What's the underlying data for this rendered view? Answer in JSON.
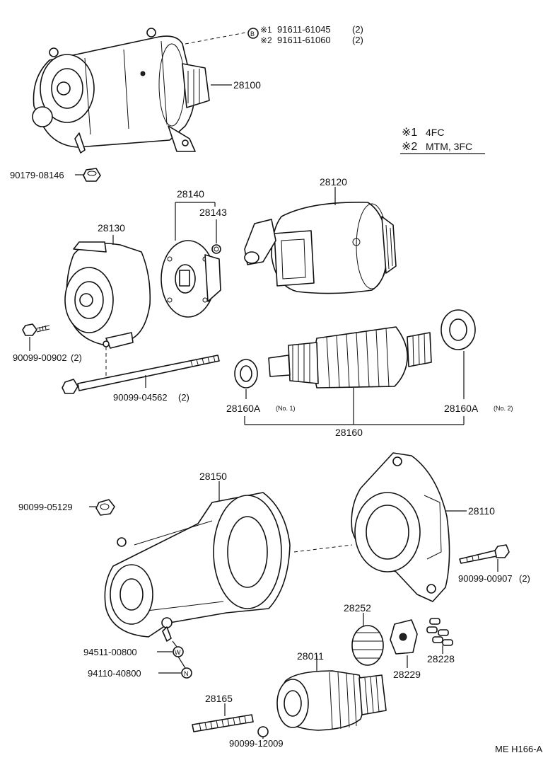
{
  "parts": {
    "p28100": "28100",
    "p28140": "28140",
    "p28143": "28143",
    "p28120": "28120",
    "p28130": "28130",
    "p90179": "90179-08146",
    "p90099_00902": "90099-00902",
    "p90099_00902_qty": "(2)",
    "p90099_04562": "90099-04562",
    "p90099_04562_qty": "(2)",
    "p28160A_1": "28160A",
    "p28160A_1_note": "(No. 1)",
    "p28160A_2": "28160A",
    "p28160A_2_note": "(No. 2)",
    "p28160": "28160",
    "p28150": "28150",
    "p28110": "28110",
    "p90099_05129": "90099-05129",
    "p90099_00907": "90099-00907",
    "p90099_00907_qty": "(2)",
    "p94511": "94511-00800",
    "p94110": "94110-40800",
    "p28252": "28252",
    "p28011": "28011",
    "p28229": "28229",
    "p28228": "28228",
    "p28165": "28165",
    "p90099_12009": "90099-12009"
  },
  "bolt_variants": {
    "marker": "B",
    "v1_ref": "※1",
    "v1_part": "91611-61045",
    "v1_qty": "(2)",
    "v2_ref": "※2",
    "v2_part": "91611-61060",
    "v2_qty": "(2)"
  },
  "notes": {
    "n1_ref": "※1",
    "n1_text": "4FC",
    "n2_ref": "※2",
    "n2_text": "MTM, 3FC"
  },
  "washer_markers": {
    "w": "W",
    "n": "N"
  },
  "footer": {
    "code": "ME H166-A"
  }
}
